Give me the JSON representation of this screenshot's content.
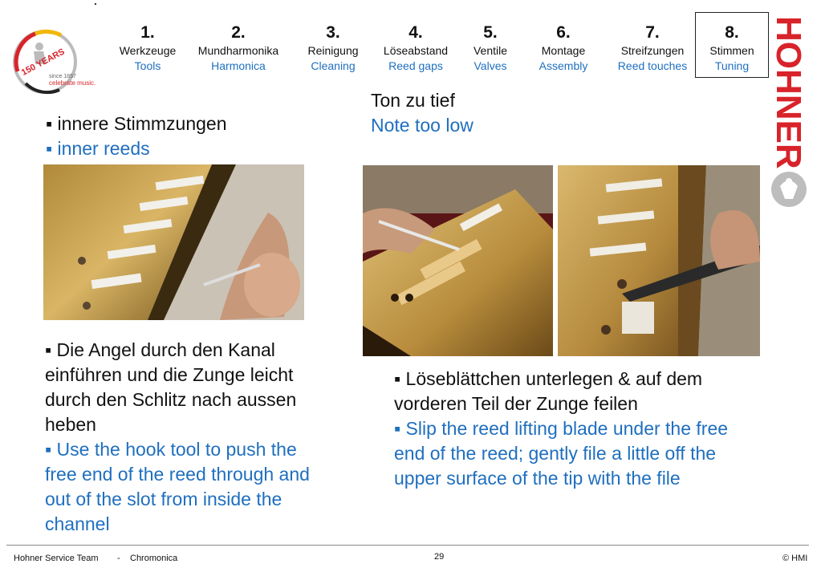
{
  "logo": {
    "years": "150 YEARS",
    "since": "since 1857",
    "tagline": "celebrate music."
  },
  "brand": {
    "name": "HOHNER"
  },
  "nav": [
    {
      "num": "1.",
      "de": "Werkzeuge",
      "en": "Tools"
    },
    {
      "num": "2.",
      "de": "Mundharmonika",
      "en": "Harmonica"
    },
    {
      "num": "3.",
      "de": "Reinigung",
      "en": "Cleaning"
    },
    {
      "num": "4.",
      "de": "Löseabstand",
      "en": "Reed gaps"
    },
    {
      "num": "5.",
      "de": "Ventile",
      "en": "Valves"
    },
    {
      "num": "6.",
      "de": "Montage",
      "en": "Assembly"
    },
    {
      "num": "7.",
      "de": "Streifzungen",
      "en": "Reed touches"
    },
    {
      "num": "8.",
      "de": "Stimmen",
      "en": "Tuning"
    }
  ],
  "left": {
    "heading_de": "▪ innere Stimmzungen",
    "heading_en": "▪ inner reeds",
    "body_de": "▪ Die Angel durch den Kanal einführen und die Zunge leicht durch den Schlitz nach aussen heben",
    "body_en": "▪ Use the hook tool to push the free end of the reed through and out of the slot from inside the channel"
  },
  "right": {
    "heading_de": "Ton zu tief",
    "heading_en": "Note too low",
    "body_de": "▪ Löseblättchen unterlegen & auf dem vorderen Teil der Zunge feilen",
    "body_en": "▪ Slip the reed lifting blade under the free end of the reed; gently file a little off the upper surface of the tip with the file"
  },
  "footer": {
    "team": "Hohner Service Team",
    "sep": "-",
    "product": "Chromonica",
    "page": "29",
    "copyright": "© HMI"
  },
  "colors": {
    "accent": "#1f6fbf",
    "text": "#111111",
    "brand_red": "#d8232a"
  }
}
